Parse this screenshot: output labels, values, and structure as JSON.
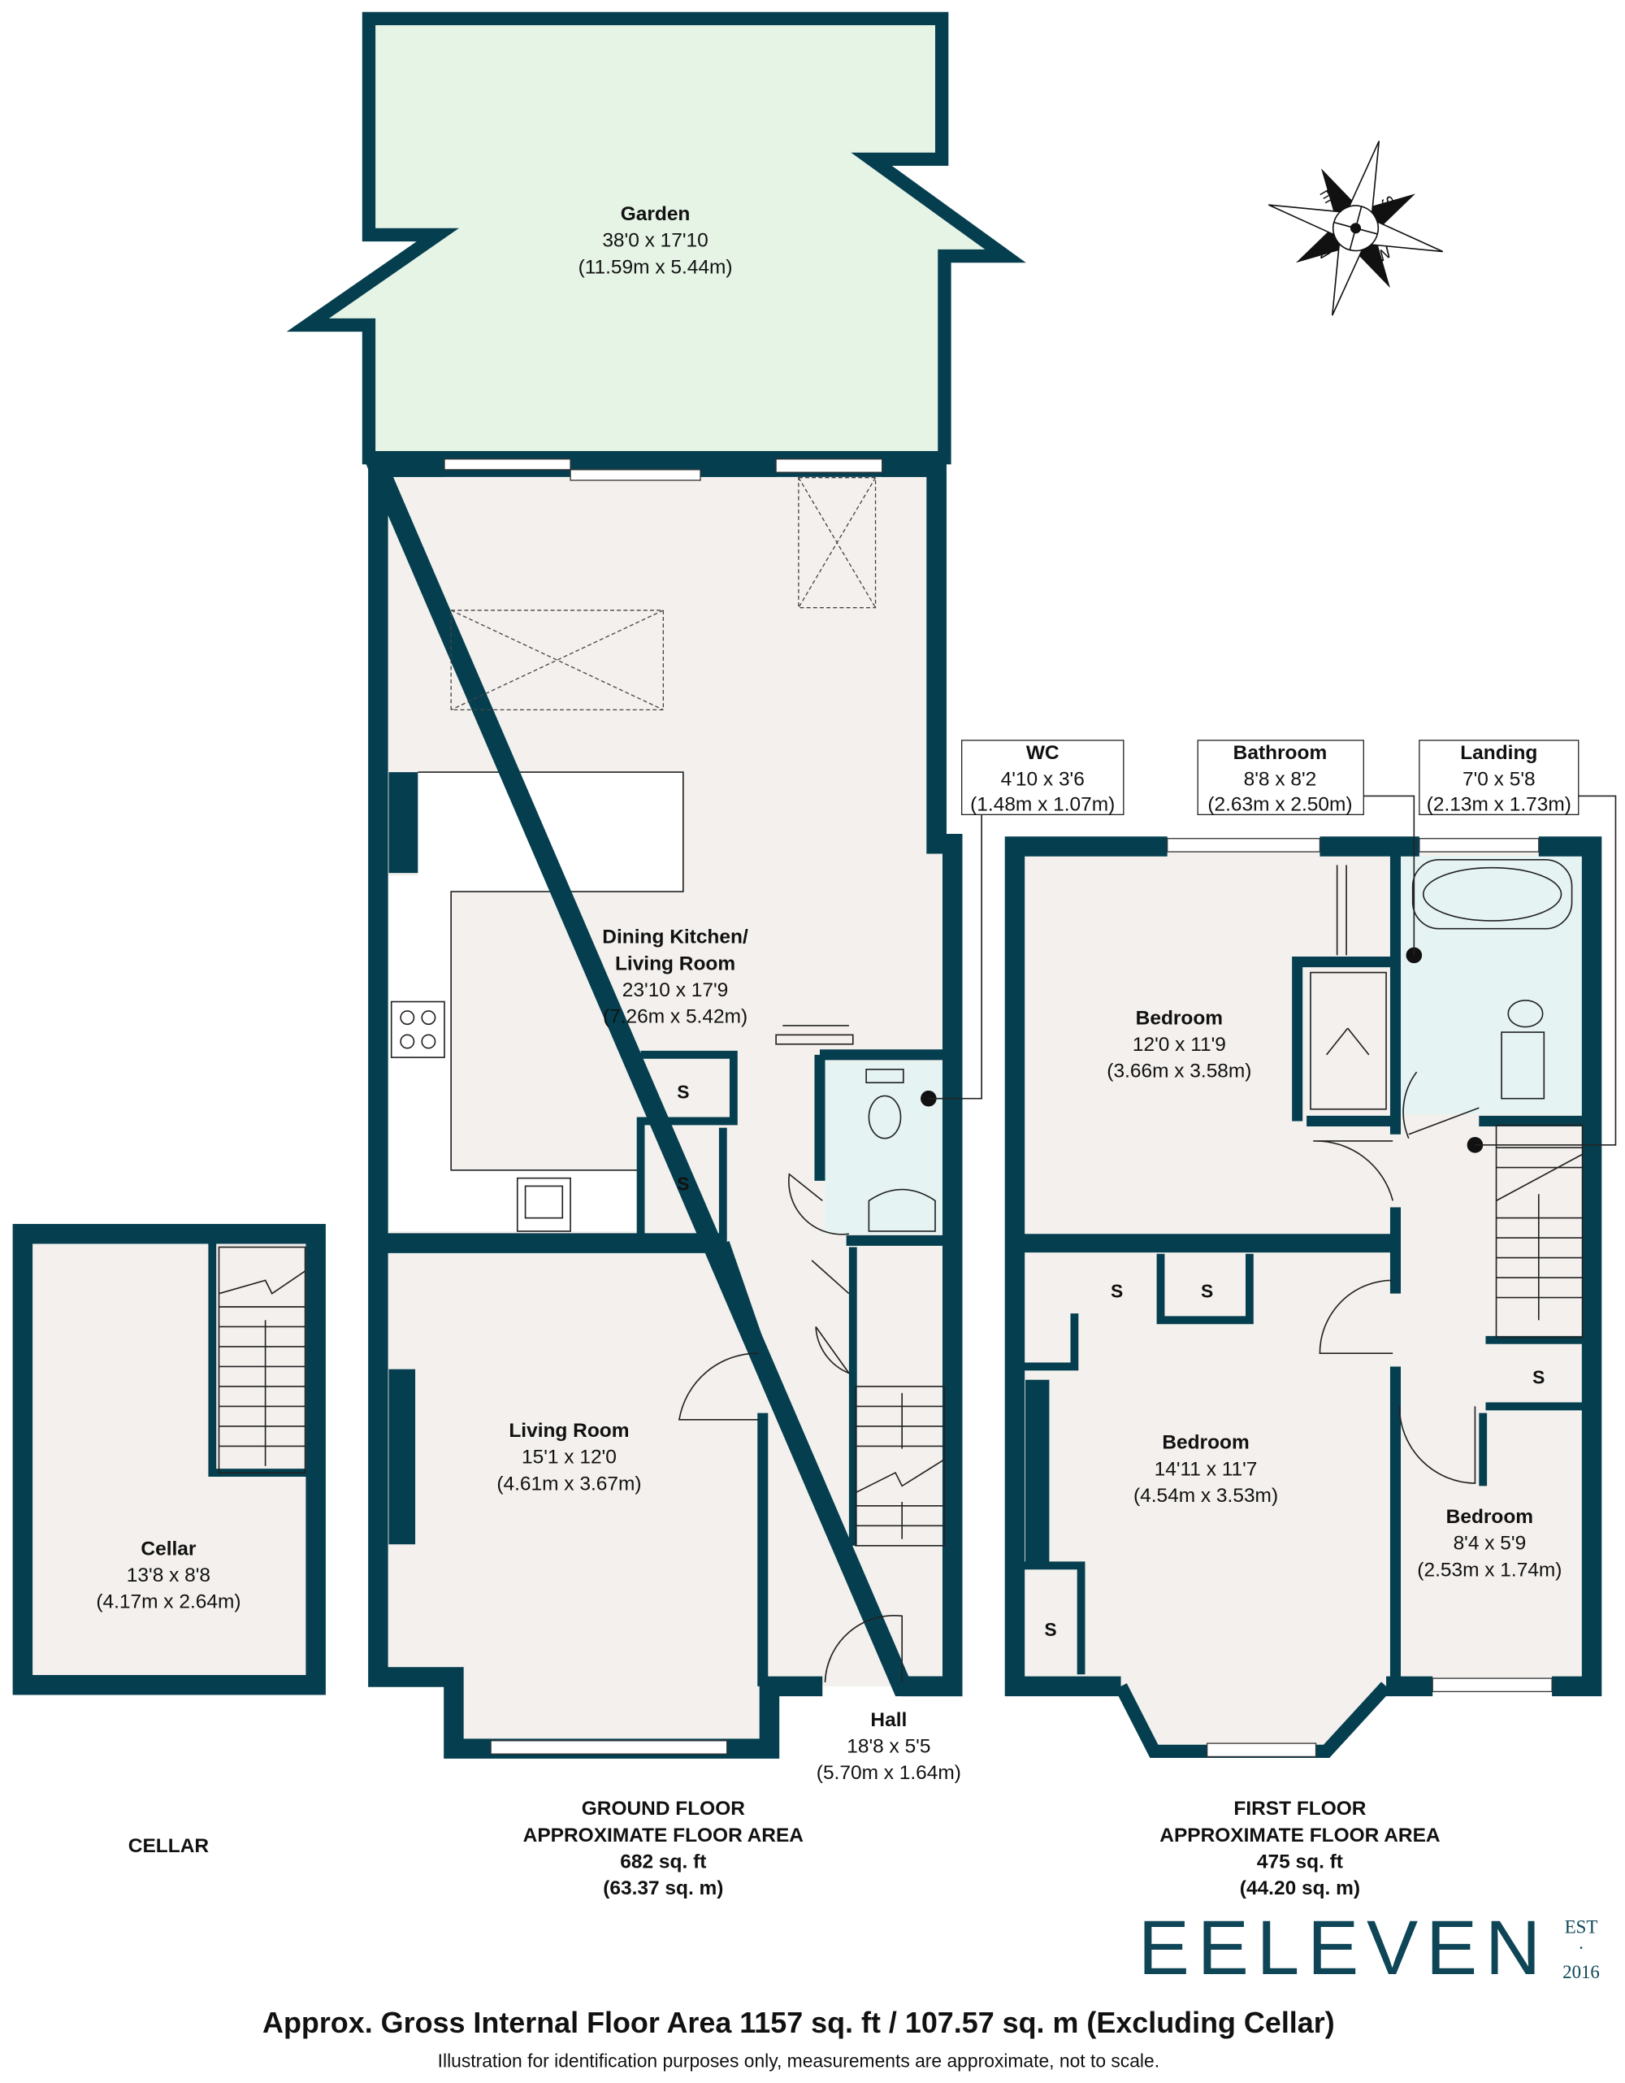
{
  "colors": {
    "wall": "#053f4f",
    "garden": "#e6f4e6",
    "floor": "#f3f0ed",
    "wet_room": "#e6f3f3",
    "logo": "#0e4557"
  },
  "rooms": {
    "garden": {
      "name": "Garden",
      "imperial": "38'0 x 17'10",
      "metric": "(11.59m x 5.44m)"
    },
    "kitchen": {
      "name1": "Dining Kitchen/",
      "name2": "Living Room",
      "imperial": "23'10 x 17'9",
      "metric": "(7.26m x 5.42m)"
    },
    "living": {
      "name": "Living Room",
      "imperial": "15'1 x 12'0",
      "metric": "(4.61m x 3.67m)"
    },
    "hall": {
      "name": "Hall",
      "imperial": "18'8 x 5'5",
      "metric": "(5.70m x 1.64m)"
    },
    "wc": {
      "name": "WC",
      "imperial": "4'10 x 3'6",
      "metric": "(1.48m x 1.07m)"
    },
    "cellar": {
      "name": "Cellar",
      "imperial": "13'8 x 8'8",
      "metric": "(4.17m x 2.64m)"
    },
    "bathroom": {
      "name": "Bathroom",
      "imperial": "8'8 x 8'2",
      "metric": "(2.63m x 2.50m)"
    },
    "landing": {
      "name": "Landing",
      "imperial": "7'0 x 5'8",
      "metric": "(2.13m x 1.73m)"
    },
    "bedroom1": {
      "name": "Bedroom",
      "imperial": "12'0 x 11'9",
      "metric": "(3.66m x 3.58m)"
    },
    "bedroom2": {
      "name": "Bedroom",
      "imperial": "14'11 x 11'7",
      "metric": "(4.54m x 3.53m)"
    },
    "bedroom3": {
      "name": "Bedroom",
      "imperial": "8'4 x 5'9",
      "metric": "(2.53m x 1.74m)"
    },
    "storage_label": "S"
  },
  "floors": {
    "cellar": {
      "title": "CELLAR"
    },
    "ground": {
      "title": "GROUND FLOOR",
      "subtitle": "APPROXIMATE FLOOR AREA",
      "sqft": "682 sq. ft",
      "sqm": "(63.37 sq. m)"
    },
    "first": {
      "title": "FIRST FLOOR",
      "subtitle": "APPROXIMATE FLOOR AREA",
      "sqft": "475 sq. ft",
      "sqm": "(44.20 sq. m)"
    }
  },
  "compass": {
    "n": "N",
    "e": "E",
    "s": "S",
    "w": "W"
  },
  "logo": {
    "name": "EELEVEN",
    "est": "EST",
    "dot": "·",
    "year": "2016"
  },
  "footer": {
    "total": "Approx. Gross Internal Floor Area 1157 sq. ft / 107.57 sq. m (Excluding Cellar)",
    "disclaimer": "Illustration for identification purposes only, measurements are approximate, not to scale."
  }
}
